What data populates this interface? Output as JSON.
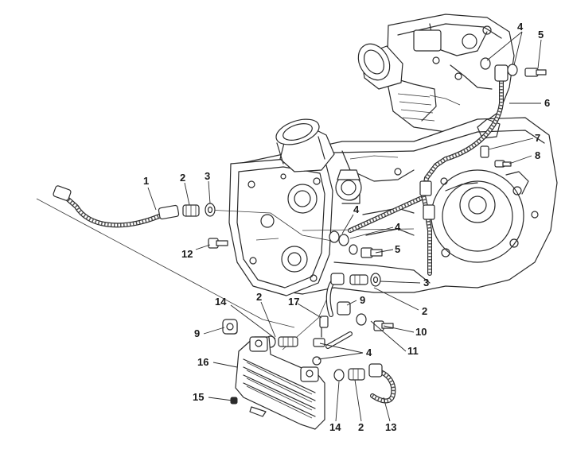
{
  "callouts": [
    {
      "id": "c1",
      "text": "1"
    },
    {
      "id": "c2a",
      "text": "2"
    },
    {
      "id": "c3a",
      "text": "3"
    },
    {
      "id": "c4a",
      "text": "4"
    },
    {
      "id": "c5a",
      "text": "5"
    },
    {
      "id": "c6",
      "text": "6"
    },
    {
      "id": "c7",
      "text": "7"
    },
    {
      "id": "c8",
      "text": "8"
    },
    {
      "id": "c4b",
      "text": "4"
    },
    {
      "id": "c4c",
      "text": "4"
    },
    {
      "id": "c5b",
      "text": "5"
    },
    {
      "id": "c12",
      "text": "12"
    },
    {
      "id": "c3b",
      "text": "3"
    },
    {
      "id": "c2b",
      "text": "2"
    },
    {
      "id": "c14a",
      "text": "14"
    },
    {
      "id": "c2c",
      "text": "2"
    },
    {
      "id": "c17",
      "text": "17"
    },
    {
      "id": "c9a",
      "text": "9"
    },
    {
      "id": "c10",
      "text": "10"
    },
    {
      "id": "c11",
      "text": "11"
    },
    {
      "id": "c9b",
      "text": "9"
    },
    {
      "id": "c4d",
      "text": "4"
    },
    {
      "id": "c16",
      "text": "16"
    },
    {
      "id": "c15",
      "text": "15"
    },
    {
      "id": "c14b",
      "text": "14"
    },
    {
      "id": "c2d",
      "text": "2"
    },
    {
      "id": "c13",
      "text": "13"
    }
  ]
}
